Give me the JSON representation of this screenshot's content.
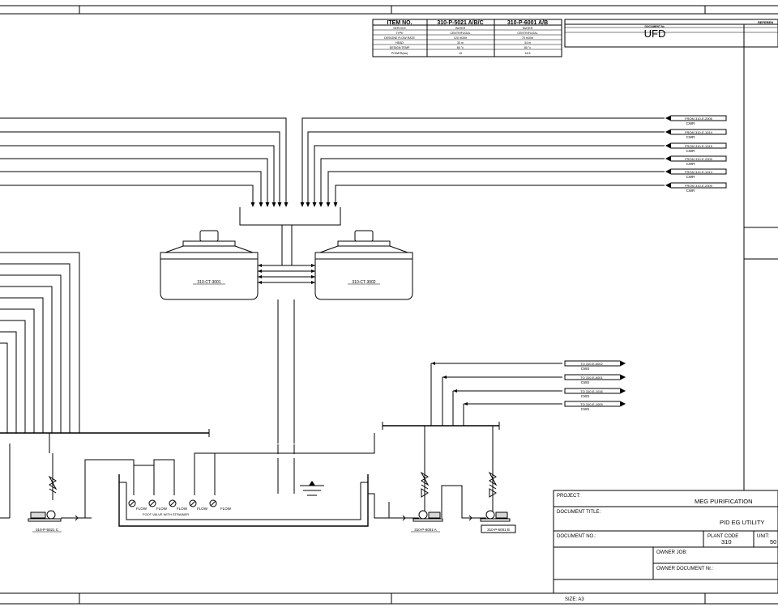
{
  "spec_table": {
    "header": [
      "ITEM NO.",
      "310-P-5021 A/B/C",
      "310-P-6001 A/B"
    ],
    "rows": [
      [
        "SERVICE",
        "WATER",
        "WATER"
      ],
      [
        "TYPE",
        "CENTRIFUGAL",
        "CENTRIFUGAL"
      ],
      [
        "DESIGNE FLOW RATE",
        "120 m3/hr",
        "70 m3/hr"
      ],
      [
        "HEAD",
        "33 m",
        "34 m"
      ],
      [
        "DESIGN TEMP",
        "80 °c",
        "80 °c"
      ],
      [
        "POWER(kw)",
        "15",
        "18.5"
      ]
    ]
  },
  "ref_block": {
    "reference_label": "REFEREN",
    "document_nr_label": "DOCUMENT Nr.",
    "document_nr_value": "UFD"
  },
  "cwr_inlets": [
    {
      "tag": "FROM 310-E-2006",
      "service": "CWR"
    },
    {
      "tag": "FROM 310-E-1014",
      "service": "CWR"
    },
    {
      "tag": "FROM 310-E-1015",
      "service": "CWR"
    },
    {
      "tag": "FROM 310-E-2005",
      "service": "CWR"
    },
    {
      "tag": "FROM 310-E-1014",
      "service": "CWR"
    },
    {
      "tag": "FROM 310-E-2009",
      "service": "CWR"
    }
  ],
  "cws_outlets": [
    {
      "tag": "TO 310-E-6002",
      "service": "CWS"
    },
    {
      "tag": "TO 310-E-6001",
      "service": "CWS"
    },
    {
      "tag": "TO 310-E-1016",
      "service": "CWS"
    },
    {
      "tag": "TO 310-E-1009",
      "service": "CWS"
    }
  ],
  "cooling_towers": [
    {
      "tag": "310-CT-3001"
    },
    {
      "tag": "310-CT-3002"
    }
  ],
  "basin": {
    "flow_labels": [
      "FLOW",
      "FLOW",
      "FLOW",
      "FLOW",
      "FLOW"
    ],
    "strainer_label": "FOOT VALVE WITH STRAINER"
  },
  "pumps": [
    {
      "tag": "310-P-5021 C"
    },
    {
      "tag": "310-P-6001 A"
    },
    {
      "tag": "310-P-6001 B"
    }
  ],
  "title_block": {
    "project_label": "PROJECT:",
    "project_value": "MEG PURIFICATION",
    "doc_title_label": "DOCUMENT TITLE:",
    "doc_title_value": "PID EG UTILITY",
    "doc_no_label": "DOCUMENT NO.:",
    "plant_code_label": "PLANT CODE",
    "plant_code_value": "310",
    "unit_label": "UNIT:",
    "unit_value": "50",
    "owner_job_label": "OWNER JOB:",
    "owner_doc_label": "OWNER DOCUMENT Nr.:",
    "size_label": "SIZE: A3"
  }
}
